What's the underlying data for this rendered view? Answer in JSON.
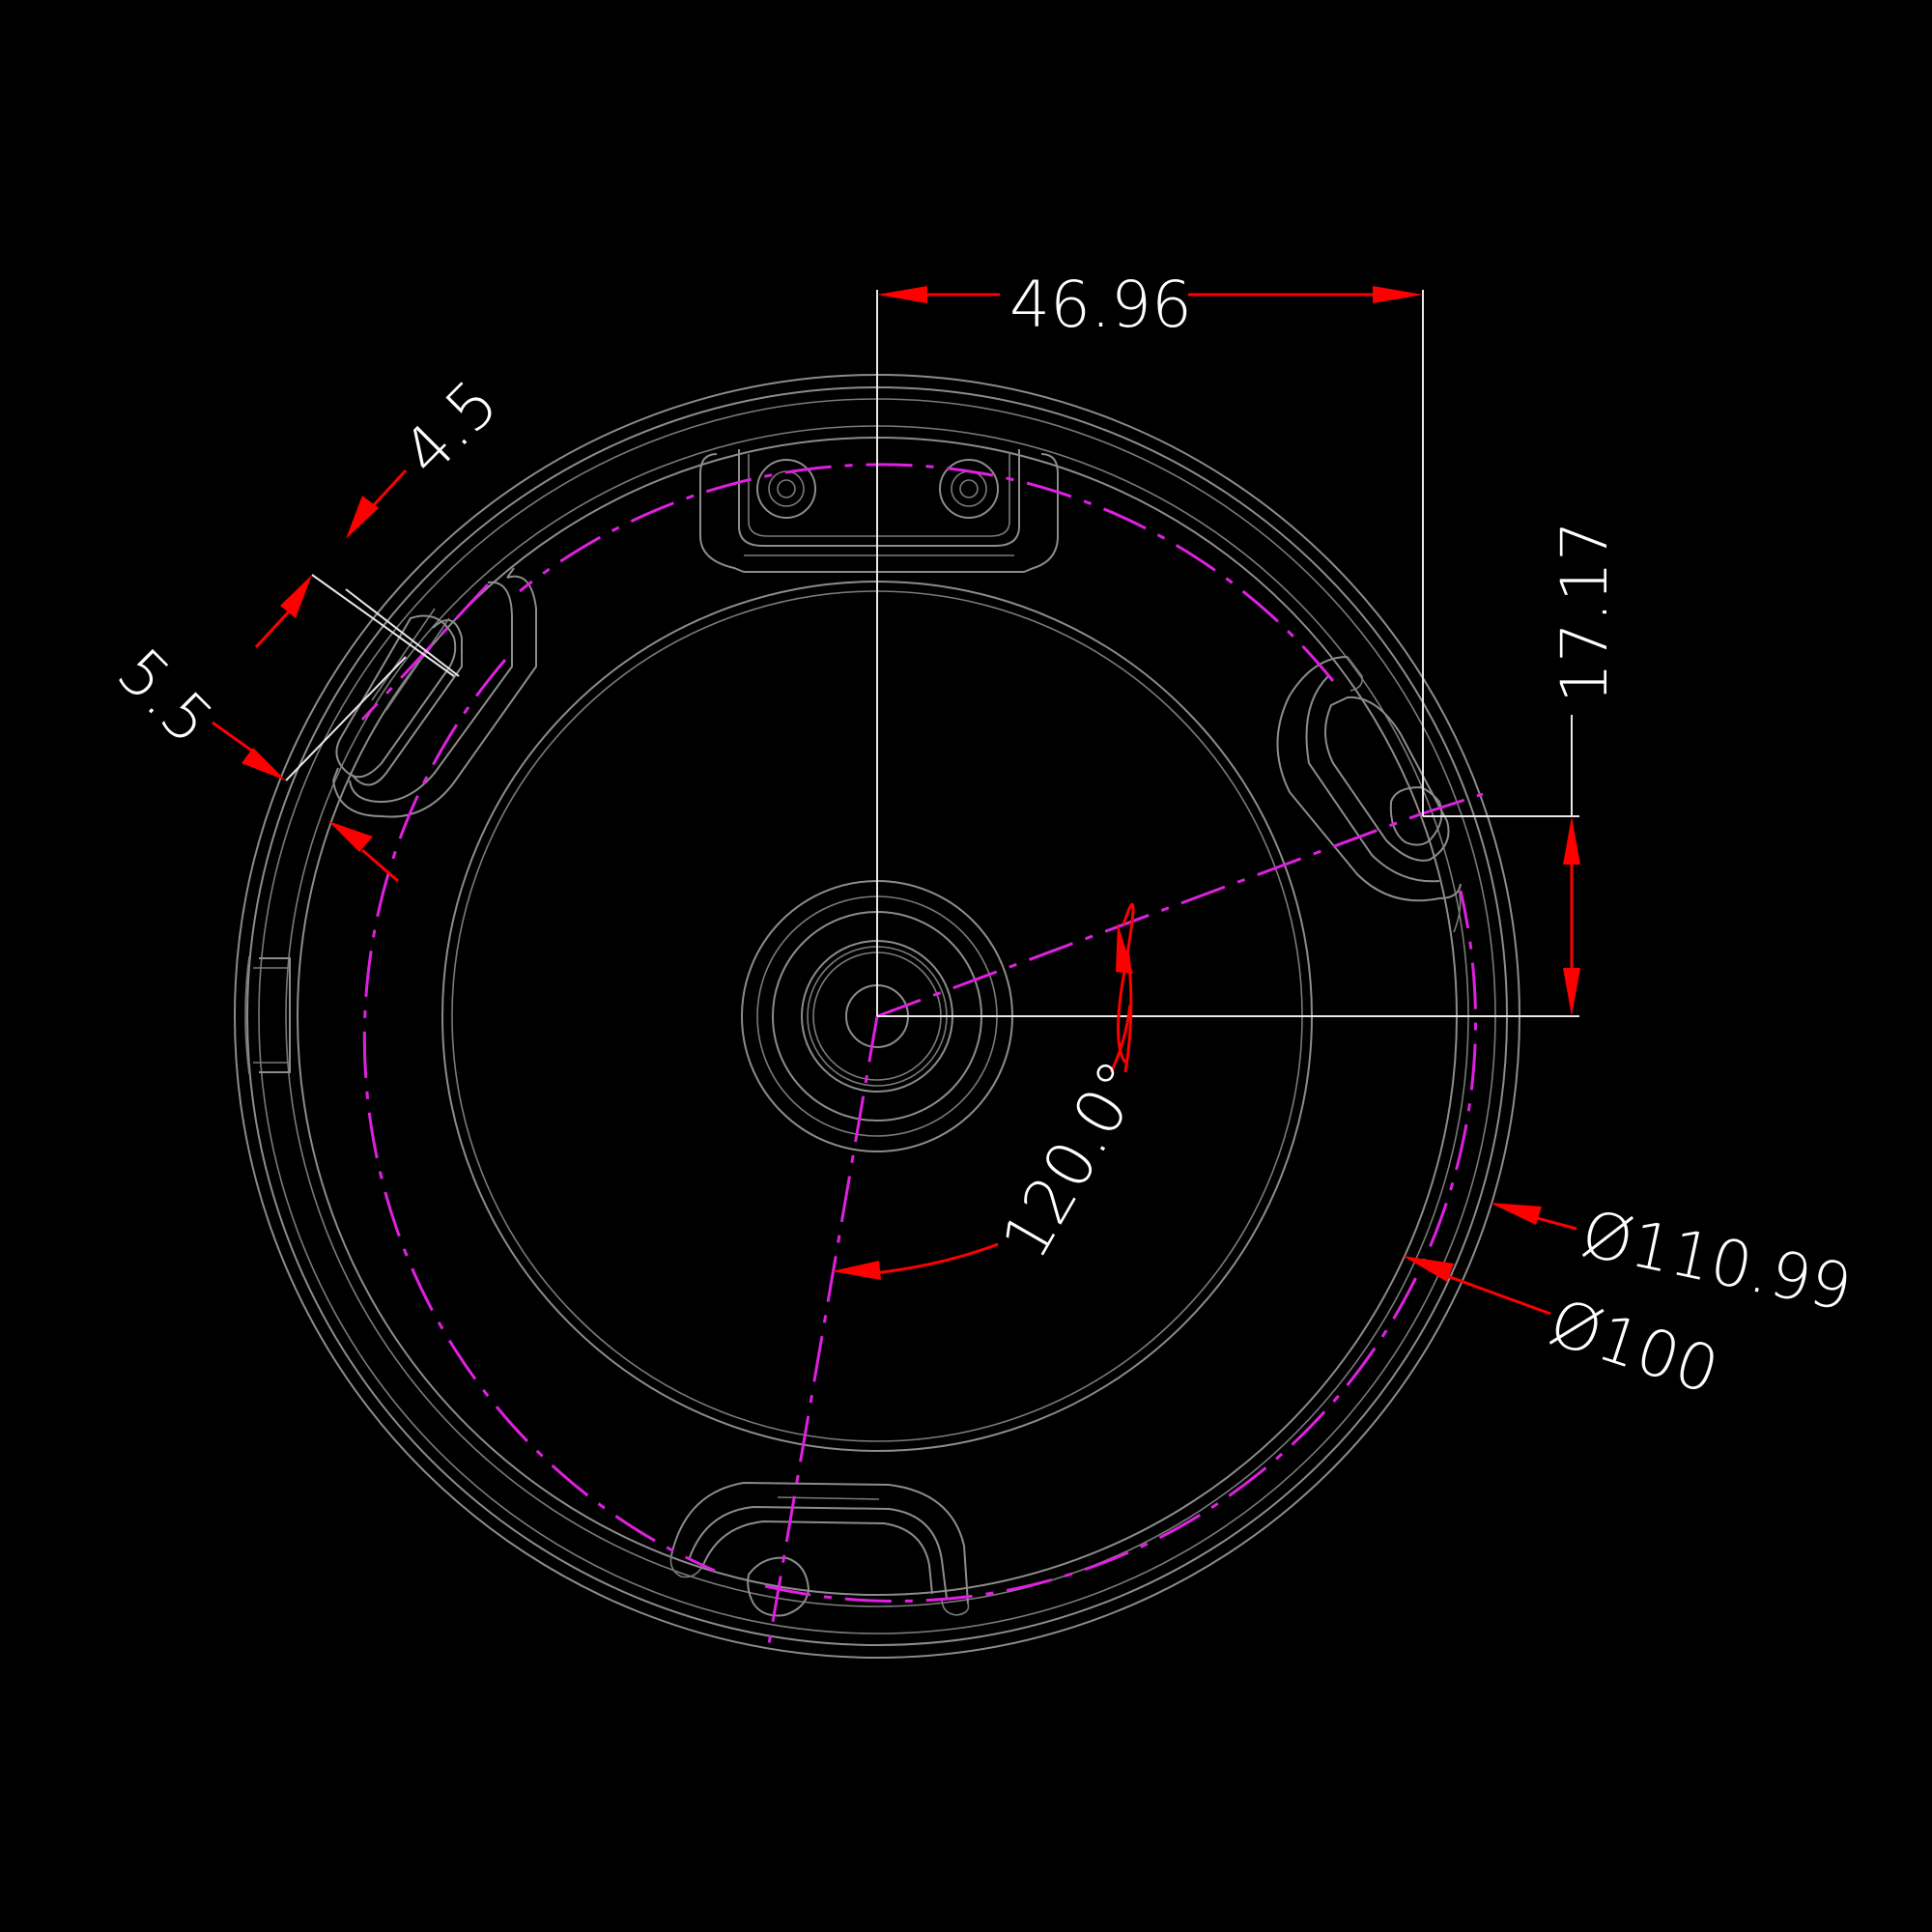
{
  "drawing": {
    "background": "#000000",
    "colors": {
      "geometry": "#8c8c8c",
      "centerline": "#e8e8e8",
      "pitch_circle": "#e020e0",
      "dimension": "#ff0000",
      "text": "#ffffff"
    },
    "dimensions": {
      "horizontal_offset": "46.96",
      "vertical_offset": "17.17",
      "slot_width": "4.5",
      "slot_length": "5.5",
      "angle": "120.0°",
      "outer_diameter": "Ø110.99",
      "pitch_diameter": "Ø100"
    }
  }
}
